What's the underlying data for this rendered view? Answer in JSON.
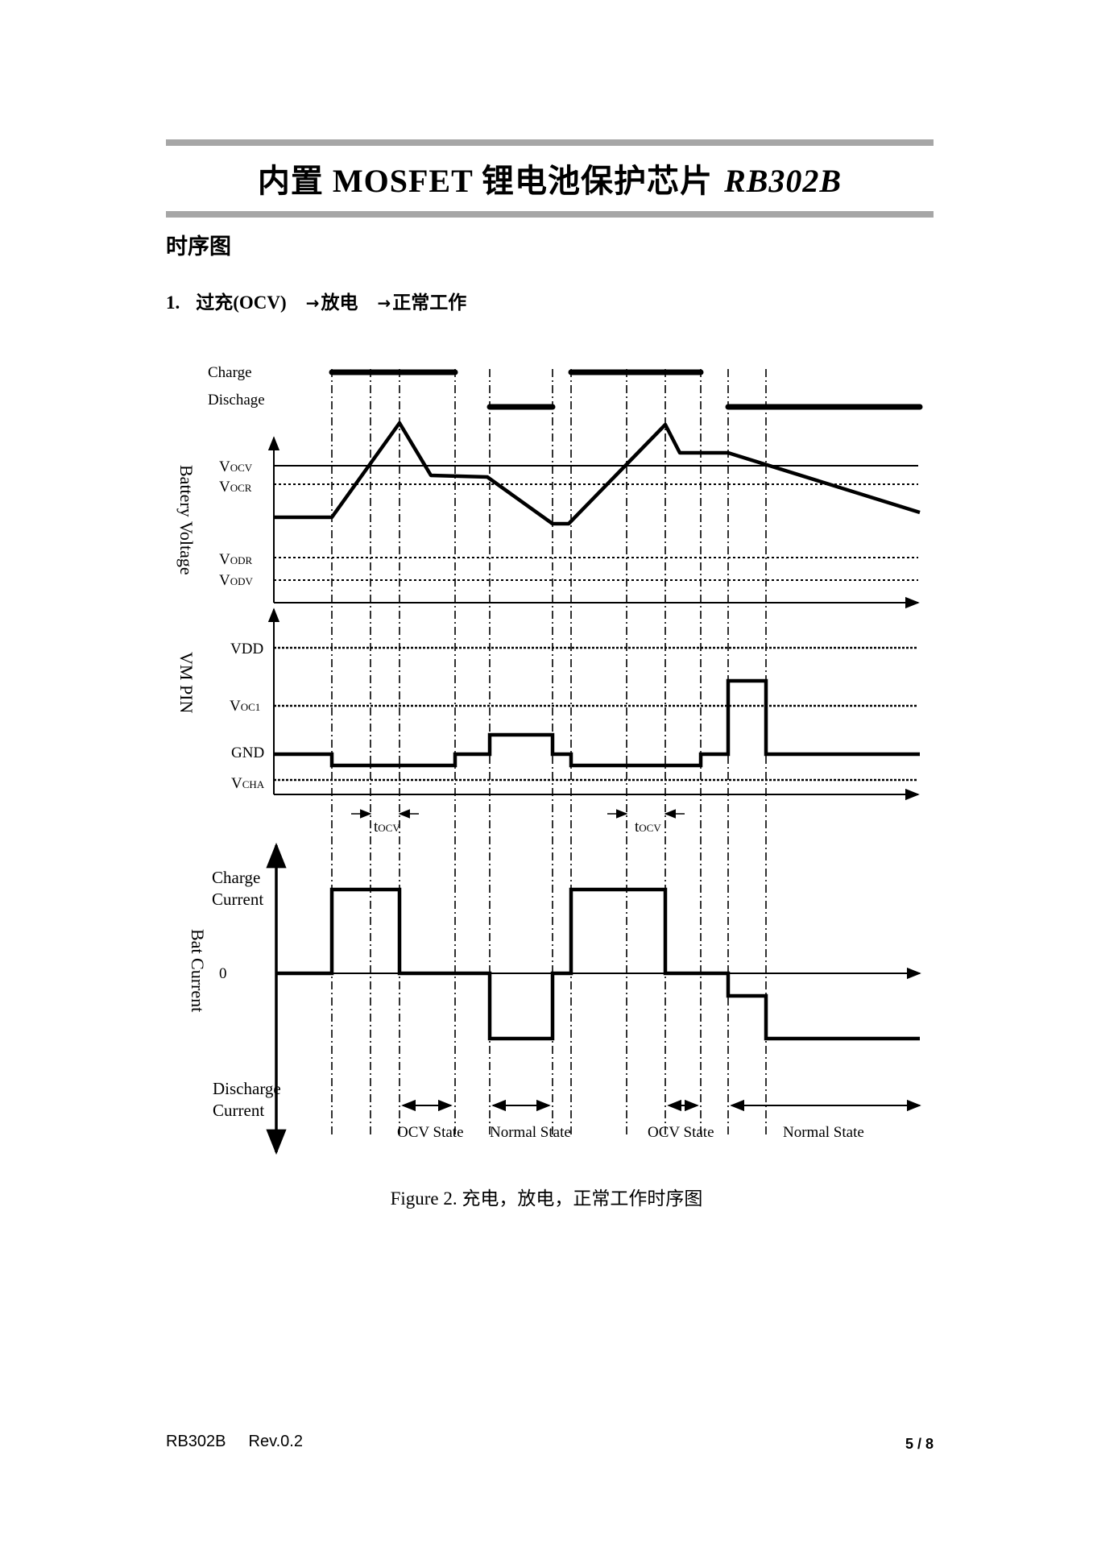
{
  "header": {
    "title": "内置 MOSFET 锂电池保护芯片",
    "part_number": "RB302B"
  },
  "section_title": "时序图",
  "subheading": {
    "number": "1.",
    "text1": "过充(OCV)",
    "arrow": "→",
    "text2": "放电",
    "text3": "正常工作"
  },
  "figure": {
    "caption": "Figure 2.  充电，放电，正常工作时序图",
    "label_charge": "Charge",
    "label_discharge": "Dischage",
    "axis_battery": "Battery Voltage",
    "axis_vm": "VM PIN",
    "axis_bat_current": "Bat Current",
    "v_ocv": {
      "main": "V",
      "sub": "OCV"
    },
    "v_ocr": {
      "main": "V",
      "sub": "OCR"
    },
    "v_odr": {
      "main": "V",
      "sub": "ODR"
    },
    "v_odv": {
      "main": "V",
      "sub": "ODV"
    },
    "vdd": "VDD",
    "v_oc1": {
      "main": "V",
      "sub": "OC1"
    },
    "gnd": "GND",
    "v_cha": {
      "main": "V",
      "sub": "CHA"
    },
    "t_ocv": {
      "main": "t",
      "sub": "OCV"
    },
    "charge_current_l1": "Charge",
    "charge_current_l2": "Current",
    "zero": "0",
    "discharge_current_l1": "Discharge",
    "discharge_current_l2": "Current",
    "states": [
      "OCV State",
      "Normal State",
      "OCV State",
      "Normal State"
    ]
  },
  "footer": {
    "doc": "RB302B",
    "rev": "Rev.0.2",
    "page": "5 / 8"
  }
}
